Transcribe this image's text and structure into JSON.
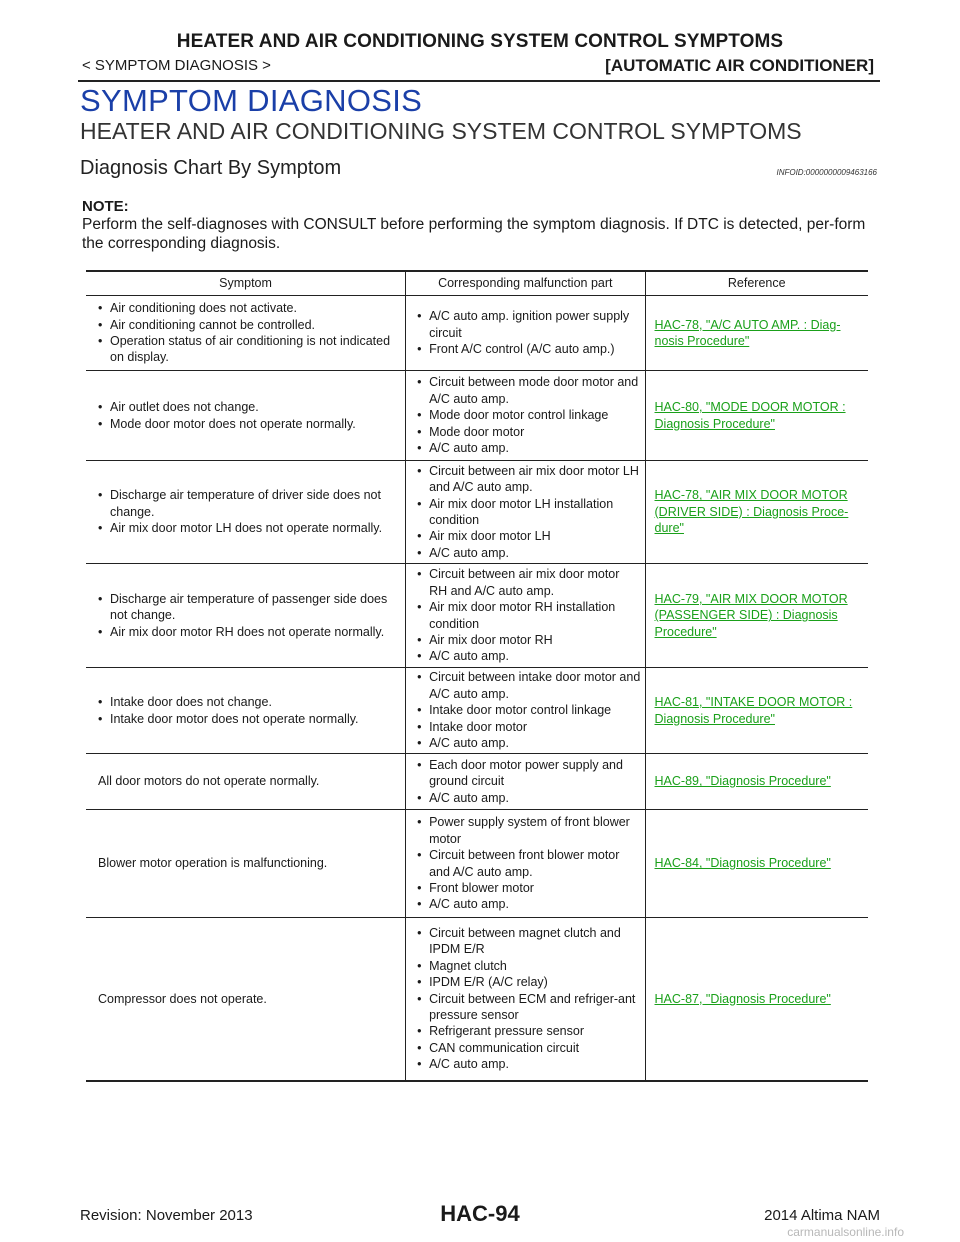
{
  "header": {
    "title": "HEATER AND AIR CONDITIONING SYSTEM CONTROL SYMPTOMS",
    "left": "< SYMPTOM DIAGNOSIS >",
    "right": "[AUTOMATIC AIR CONDITIONER]"
  },
  "section_title": "SYMPTOM DIAGNOSIS",
  "subsection_title": "HEATER AND AIR CONDITIONING SYSTEM CONTROL SYMPTOMS",
  "chart_heading": "Diagnosis Chart By Symptom",
  "info_id": "INFOID:0000000009463166",
  "note": {
    "label": "NOTE:",
    "text": "Perform the self-diagnoses with CONSULT before performing the symptom diagnosis. If DTC is detected, per-form the corresponding diagnosis."
  },
  "table": {
    "headers": [
      "Symptom",
      "Corresponding malfunction part",
      "Reference"
    ],
    "rows": [
      {
        "symptom": [
          "Air conditioning does not activate.",
          "Air conditioning cannot be controlled.",
          "Operation status of air conditioning is not indicated on display."
        ],
        "parts": [
          "A/C auto amp. ignition power supply circuit",
          "Front A/C control (A/C auto amp.)"
        ],
        "reference": "HAC-78, \"A/C AUTO AMP. : Diag-nosis Procedure\""
      },
      {
        "symptom": [
          "Air outlet does not change.",
          "Mode door motor does not operate normally."
        ],
        "parts": [
          "Circuit between mode door motor and A/C auto amp.",
          "Mode door motor control linkage",
          "Mode door motor",
          "A/C auto amp."
        ],
        "reference": "HAC-80, \"MODE DOOR MOTOR : Diagnosis Procedure\""
      },
      {
        "symptom": [
          "Discharge air temperature of driver side does not change.",
          "Air mix door motor LH does not operate normally."
        ],
        "parts": [
          "Circuit between air mix door motor LH and A/C auto amp.",
          "Air mix door motor LH installation condition",
          "Air mix door motor LH",
          "A/C auto amp."
        ],
        "reference": "HAC-78, \"AIR MIX DOOR MOTOR (DRIVER SIDE) : Diagnosis Proce-dure\""
      },
      {
        "symptom": [
          "Discharge air temperature of passenger side does not change.",
          "Air mix door motor RH does not operate normally."
        ],
        "parts": [
          "Circuit between air mix door motor RH and A/C auto amp.",
          "Air mix door motor RH installation condition",
          "Air mix door motor RH",
          "A/C auto amp."
        ],
        "reference": "HAC-79, \"AIR MIX DOOR MOTOR (PASSENGER SIDE) : Diagnosis Procedure\""
      },
      {
        "symptom": [
          "Intake door does not change.",
          "Intake door motor does not operate normally."
        ],
        "parts": [
          "Circuit between intake door motor and A/C auto amp.",
          "Intake door motor control linkage",
          "Intake door motor",
          "A/C auto amp."
        ],
        "reference": "HAC-81, \"INTAKE DOOR MOTOR : Diagnosis Procedure\""
      },
      {
        "symptom": "All door motors do not operate normally.",
        "parts": [
          "Each door motor power supply and ground circuit",
          "A/C auto amp."
        ],
        "reference": "HAC-89, \"Diagnosis Procedure\""
      },
      {
        "symptom": "Blower motor operation is malfunctioning.",
        "parts": [
          "Power supply system of front blower motor",
          "Circuit between front blower motor and A/C auto amp.",
          "Front blower motor",
          "A/C auto amp."
        ],
        "reference": "HAC-84, \"Diagnosis Procedure\""
      },
      {
        "symptom": "Compressor does not operate.",
        "parts": [
          "Circuit between magnet clutch and IPDM E/R",
          "Magnet clutch",
          "IPDM E/R (A/C relay)",
          "Circuit between ECM and refriger-ant pressure sensor",
          "Refrigerant pressure sensor",
          "CAN communication circuit",
          "A/C auto amp."
        ],
        "reference": "HAC-87, \"Diagnosis Procedure\""
      }
    ]
  },
  "footer": {
    "revision": "Revision: November 2013",
    "page": "HAC-94",
    "model": "2014 Altima NAM"
  },
  "watermark": "carmanualsonline.info"
}
